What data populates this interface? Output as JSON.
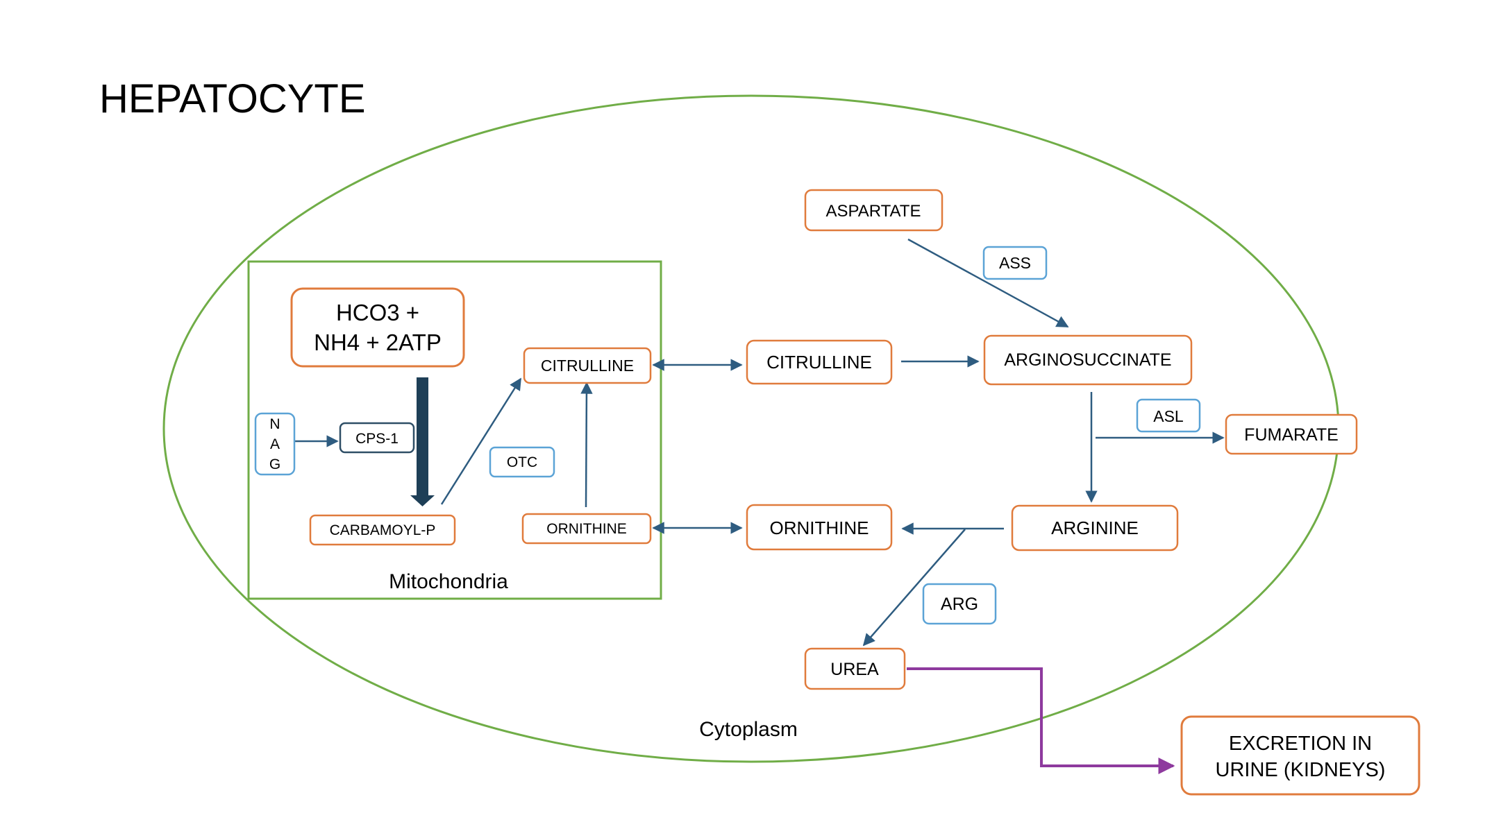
{
  "title": "HEPATOCYTE",
  "labels": {
    "mitochondria": "Mitochondria",
    "cytoplasm": "Cytoplasm"
  },
  "nodes": {
    "substrates": [
      "HCO3 +",
      "NH4 + 2ATP"
    ],
    "nag": [
      "N",
      "A",
      "G"
    ],
    "cps1": "CPS-1",
    "carbamoyl_p": "CARBAMOYL-P",
    "otc": "OTC",
    "citrulline_mito": "CITRULLINE",
    "ornithine_mito": "ORNITHINE",
    "citrulline_cyto": "CITRULLINE",
    "ornithine_cyto": "ORNITHINE",
    "aspartate": "ASPARTATE",
    "ass": "ASS",
    "argininosuccinate": "ARGINOSUCCINATE",
    "asl": "ASL",
    "fumarate": "FUMARATE",
    "arginine": "ARGININE",
    "arg": "ARG",
    "urea": "UREA",
    "excretion": [
      "EXCRETION IN",
      "URINE (KIDNEYS)"
    ]
  },
  "colors": {
    "metabolite_border": "#E07B3C",
    "enzyme_border": "#5BA3D6",
    "cps1_border": "#2E4E66",
    "compartment_border": "#70AD47",
    "arrow": "#2E5C80",
    "excretion_path": "#8E3A9E",
    "thick_arrow": "#1E3F57"
  }
}
